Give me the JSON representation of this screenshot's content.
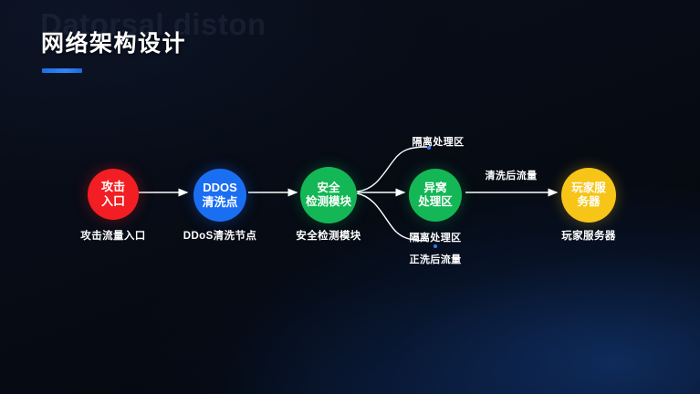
{
  "header": {
    "ghost_title": "Datorsal diston",
    "title": "网络架构设计",
    "accent_color": "#1d6fe8"
  },
  "palette": {
    "background": "#070b14",
    "red": "#f21e23",
    "blue": "#1a6ef2",
    "green": "#14b755",
    "yellow": "#f6c518",
    "line": "#ffffff",
    "marker": "#2f7df0"
  },
  "diagram": {
    "type": "flow",
    "nodes": [
      {
        "id": "attack-entry",
        "color": "red",
        "line1": "攻击",
        "line2": "入口",
        "caption": "攻击流量入口"
      },
      {
        "id": "ddos-scrubbing",
        "color": "blue",
        "line1": "DDOS",
        "line2": "清洗点",
        "caption": "DDoS清洗节点"
      },
      {
        "id": "security-detection",
        "color": "green",
        "line1": "安全",
        "line2": "检测模块",
        "caption": "安全检测模块"
      },
      {
        "id": "isolation-zone",
        "color": "green",
        "line1": "异窝",
        "line2": "处理区",
        "caption": "隔离处理区"
      },
      {
        "id": "player-server",
        "color": "yellow",
        "line1": "玩家服",
        "line2": "务器",
        "caption": "玩家服务器"
      }
    ],
    "edge_labels": [
      {
        "id": "isolation-top",
        "text": "隔离处理区"
      },
      {
        "id": "isolation-bottom",
        "text": "隔离处理区"
      },
      {
        "id": "cleaned-traffic-bottom",
        "text": "正洗后流量"
      },
      {
        "id": "cleaned-traffic-main",
        "text": "清洗后流量"
      }
    ]
  }
}
